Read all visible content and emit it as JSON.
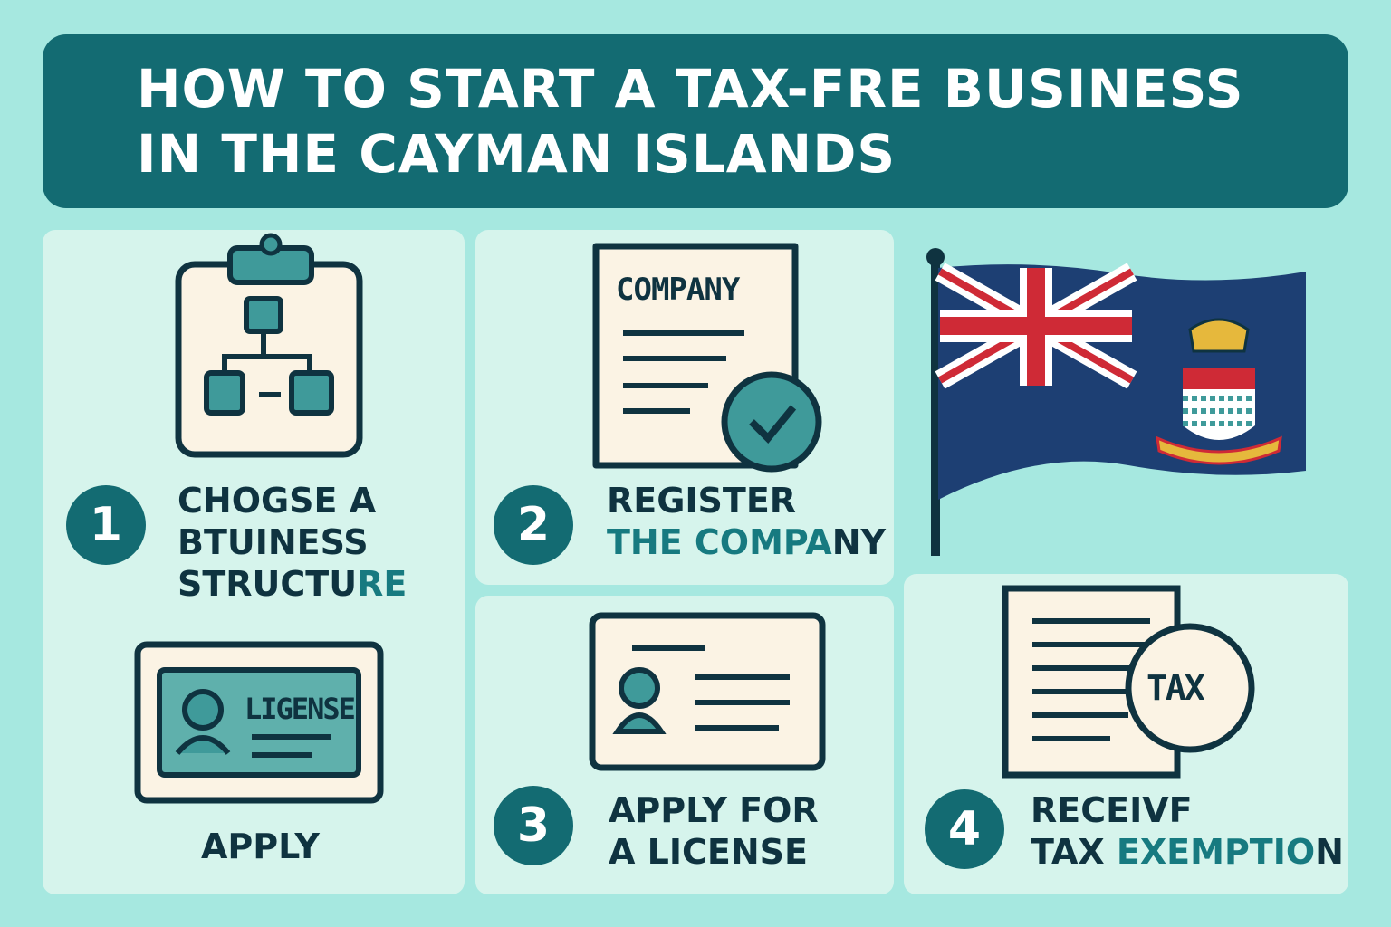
{
  "header": {
    "title_line1": "HOW TO START A TAX-FRE BUSINESS",
    "title_line2": "IN THE CAYMAN ISLANDS"
  },
  "steps": [
    {
      "number": "1",
      "line1": "CHOGSE A",
      "line2": "BTUINESS",
      "line3a": "STRUCTU",
      "line3b": "RE",
      "icon": "clipboard-org-chart-icon"
    },
    {
      "number": "2",
      "line1": "REGISTER",
      "line2a": "THE COMPA",
      "line2b": "NY",
      "icon": "company-document-check-icon",
      "doc_title": "COMPANY"
    },
    {
      "number": "3",
      "line1": "APPLY FOR",
      "line2": "A LICENSE",
      "icon": "id-card-icon"
    },
    {
      "number": "4",
      "line1": "RECEIVF",
      "line2a": "TAX ",
      "line2b": "EXEMPTIO",
      "line2c": "N",
      "icon": "tax-document-icon",
      "badge": "TAX"
    }
  ],
  "license_card": {
    "label": "LIGENSE",
    "caption": "APPLY",
    "icon": "license-card-icon"
  },
  "flag": {
    "icon": "cayman-islands-flag-icon"
  },
  "colors": {
    "background": "#a6e8e0",
    "banner": "#136b72",
    "panel": "#d6f4ec",
    "icon_fill": "#fbf3e4",
    "outline": "#0f3340",
    "accent_teal": "#3f9a9a",
    "flag_blue": "#1d3f73",
    "flag_red": "#cf2a36"
  }
}
